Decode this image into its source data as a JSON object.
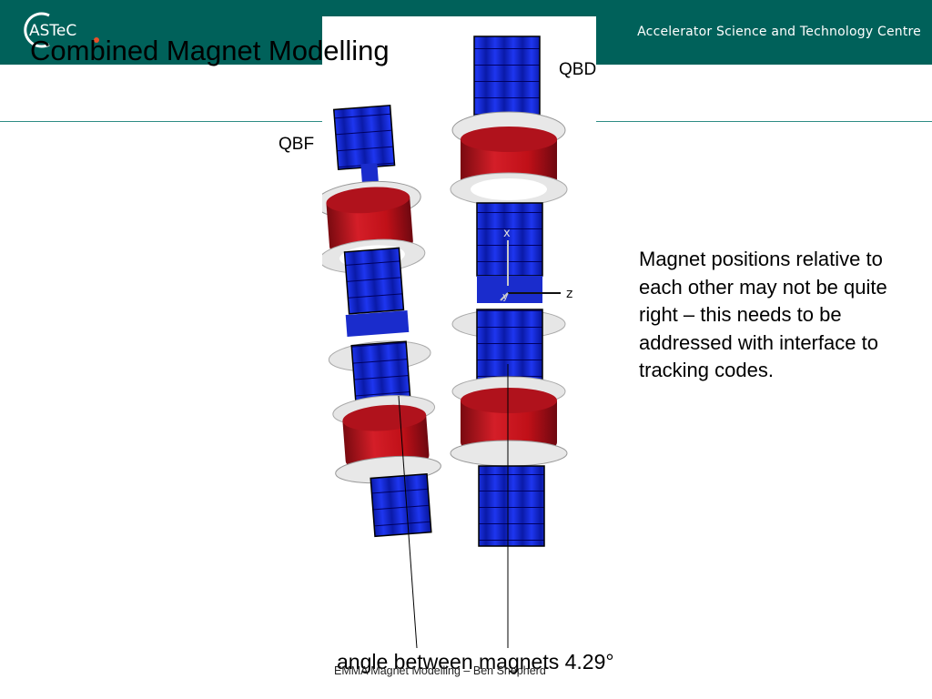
{
  "header": {
    "logo_text": "ASTeC",
    "organization": "Accelerator Science and Technology Centre"
  },
  "slide": {
    "title": "Combined Magnet Modelling",
    "label_left": "QBF",
    "label_right": "QBD",
    "description": "Magnet positions relative to each other may not be quite right – this needs to be addressed with interface to tracking codes.",
    "caption": "angle between magnets 4.29°",
    "axis_x": "x",
    "axis_z": "z",
    "axis_y": "y",
    "footer": "EMMA Magnet Modelling – Ben Shepherd"
  },
  "colors": {
    "header_bg": "#00615a",
    "coil_red": "#c8141e",
    "pole_blue": "#1428dc"
  }
}
